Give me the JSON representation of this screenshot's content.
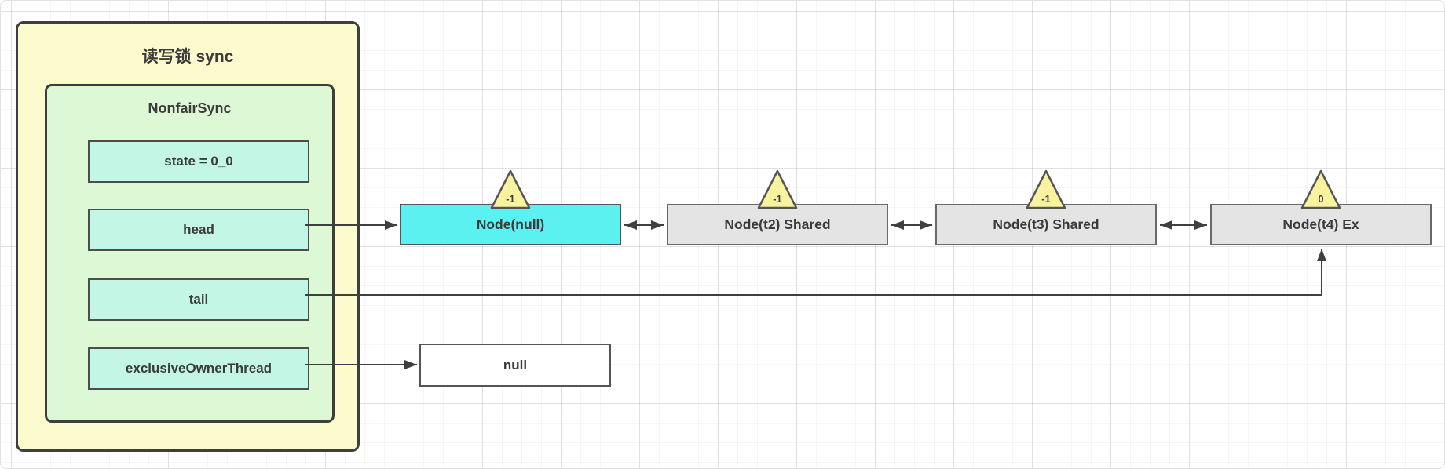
{
  "diagram": {
    "outer_container": {
      "title": "读写锁 sync"
    },
    "inner_container": {
      "title": "NonfairSync"
    },
    "fields": [
      {
        "label": "state = 0_0"
      },
      {
        "label": "head"
      },
      {
        "label": "tail"
      },
      {
        "label": "exclusiveOwnerThread"
      }
    ],
    "queue_nodes": [
      {
        "label": "Node(null)",
        "wait_status": "-1"
      },
      {
        "label": "Node(t2) Shared",
        "wait_status": "-1"
      },
      {
        "label": "Node(t3) Shared",
        "wait_status": "-1"
      },
      {
        "label": "Node(t4) Ex",
        "wait_status": "0"
      }
    ],
    "null_value_box": {
      "label": "null"
    },
    "colors": {
      "outer_box_fill": "#FBFBCD",
      "inner_box_fill": "#DCF8D5",
      "field_fill": "#C4F6E6",
      "head_node_fill": "#5BF1F1",
      "queue_node_fill": "#E4E4E4",
      "triangle_fill": "#F9F3A0",
      "line_color": "#3F3F3F"
    }
  }
}
